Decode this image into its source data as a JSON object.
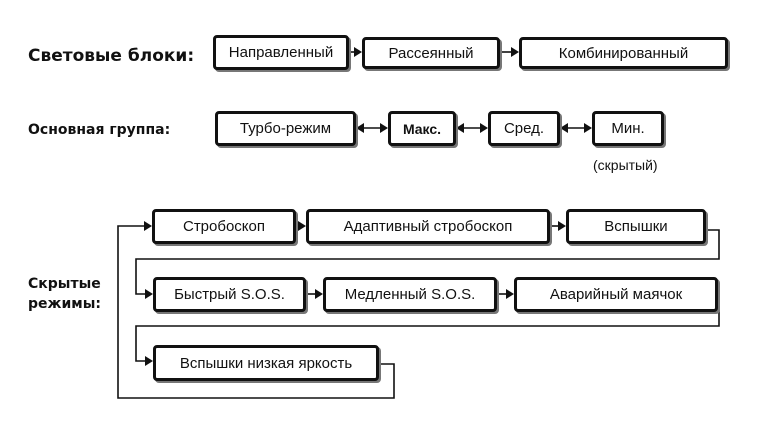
{
  "labels": {
    "light_blocks": "Световые блоки:",
    "main_group": "Основная группа:",
    "hidden_modes_line1": "Скрытые",
    "hidden_modes_line2": "режимы:"
  },
  "light_blocks": [
    "Направленный",
    "Рассеянный",
    "Комбинированный"
  ],
  "main_group": {
    "turbo": "Турбо-режим",
    "max": "Макс.",
    "mid": "Сред.",
    "min": "Мин.",
    "min_note": "(скрытый)"
  },
  "hidden_modes": {
    "row1": [
      "Стробоскоп",
      "Адаптивный стробоскоп",
      "Вспышки"
    ],
    "row2": [
      "Быстрый S.O.S.",
      "Медленный S.O.S.",
      "Аварийный маячок"
    ],
    "row3": [
      "Вспышки низкая яркость"
    ]
  }
}
